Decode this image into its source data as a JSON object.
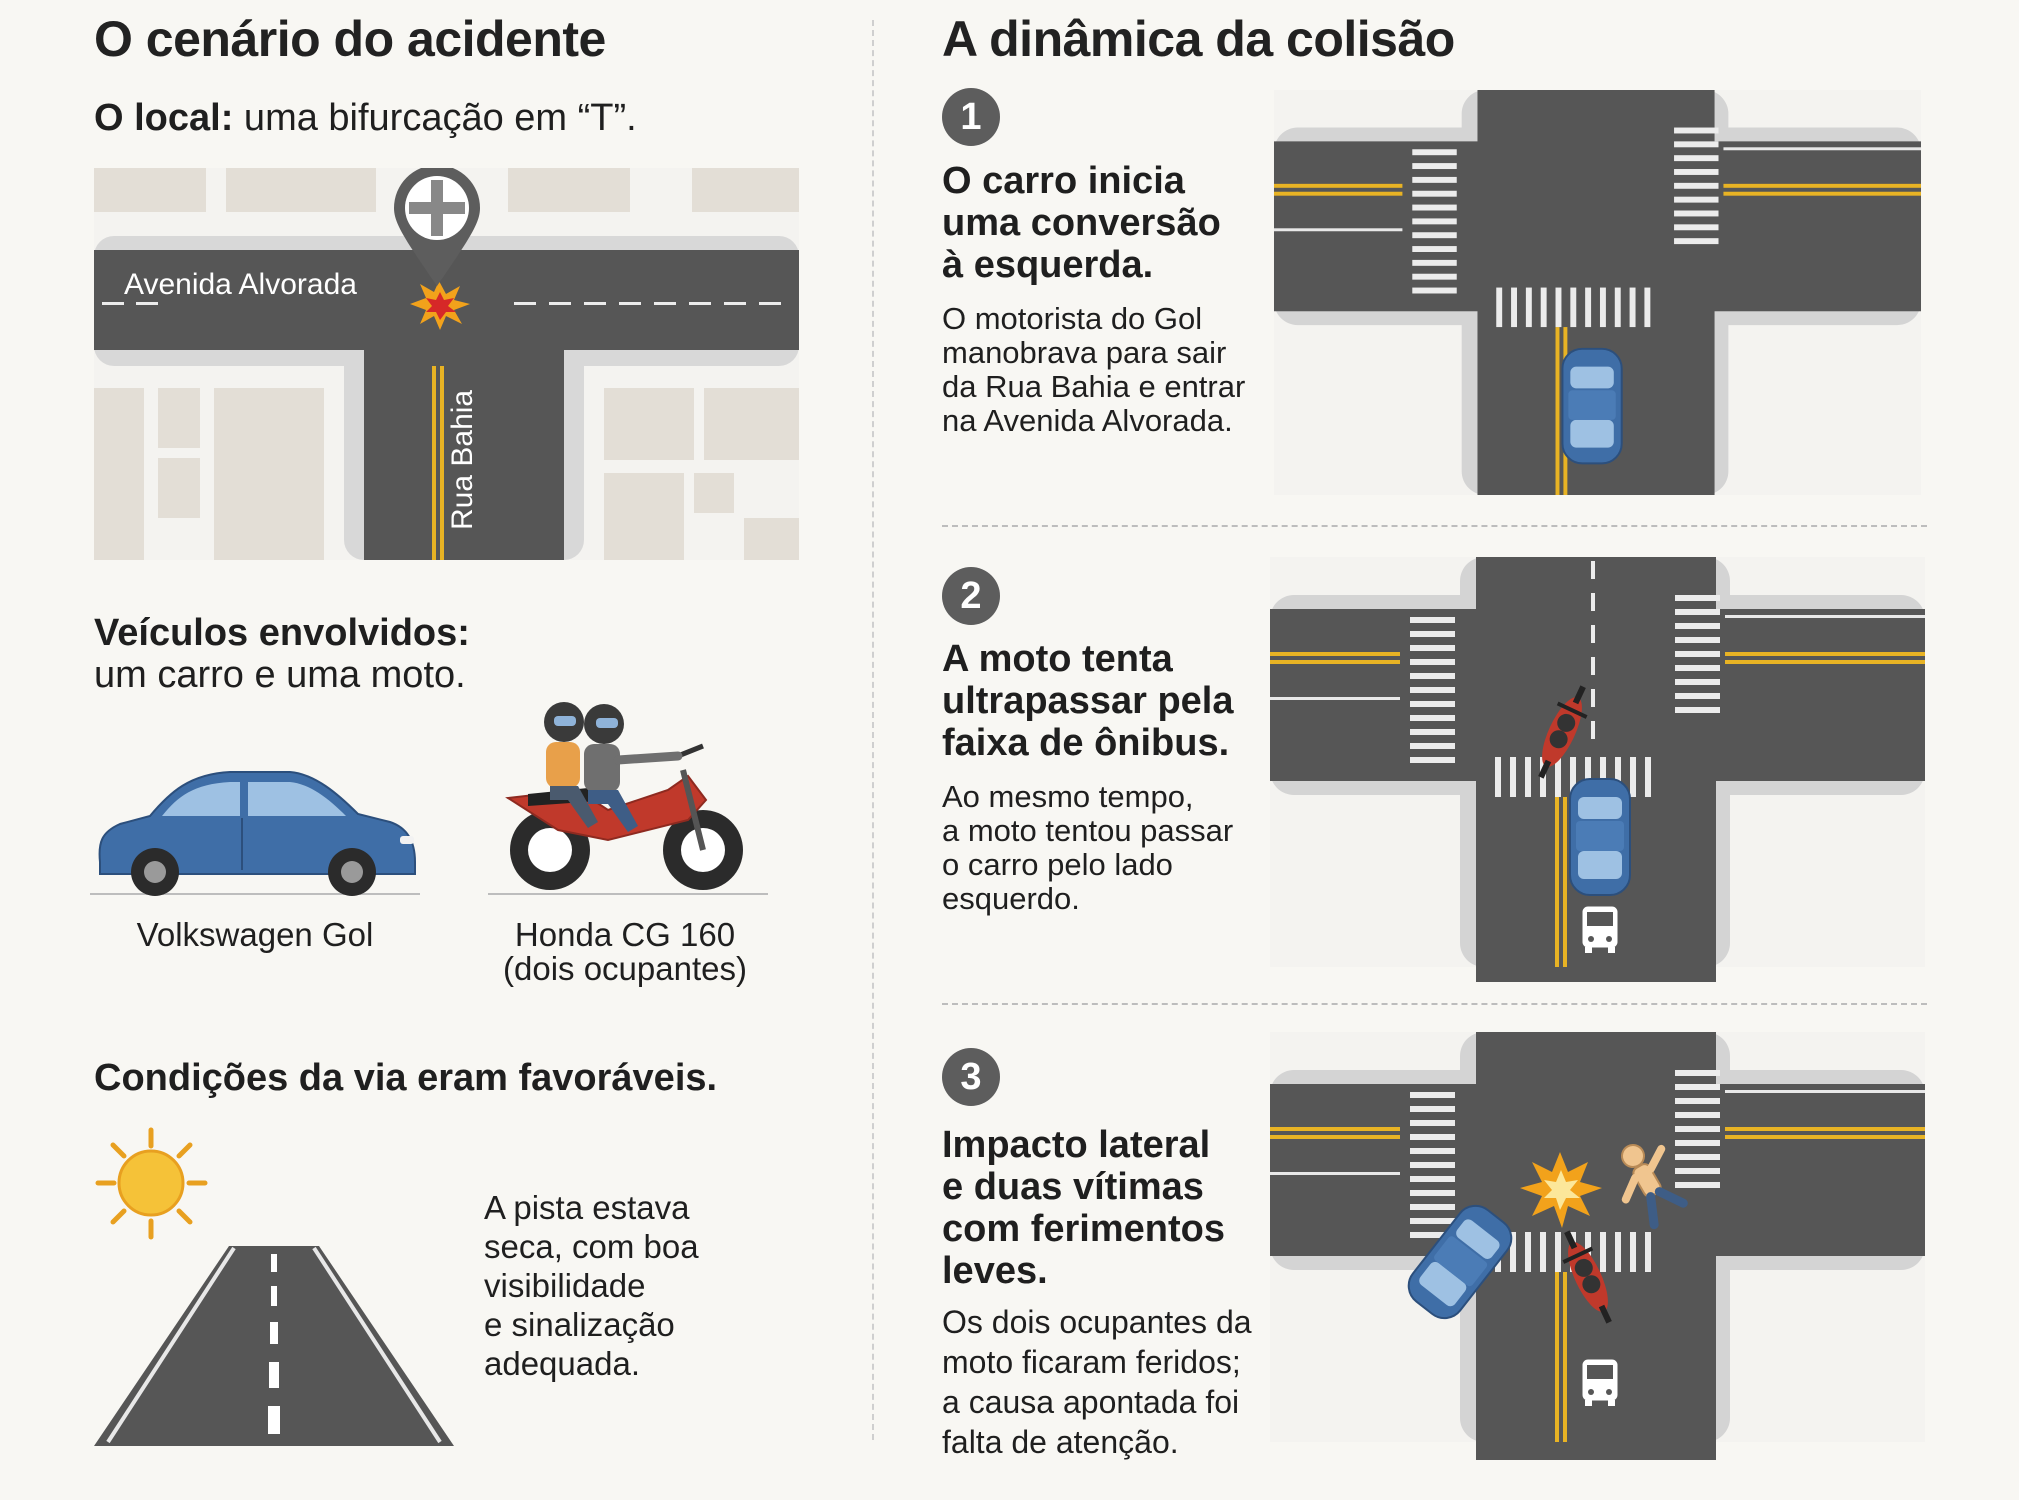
{
  "left": {
    "title": "O cenário do acidente",
    "local": {
      "label": "O local:",
      "text": " uma bifurcação em “T”."
    },
    "map": {
      "street_horizontal": "Avenida Alvorada",
      "street_vertical": "Rua Bahia"
    },
    "vehicles": {
      "heading": "Veículos envolvidos:",
      "sub": "um carro e uma moto.",
      "car_label": "Volkswagen Gol",
      "moto_label_1": "Honda CG 160",
      "moto_label_2": "(dois ocupantes)"
    },
    "conditions": {
      "heading": "Condições da via eram favoráveis.",
      "lines": [
        "A pista estava",
        "seca, com boa",
        "visibilidade",
        "e sinalização",
        "adequada."
      ]
    }
  },
  "right": {
    "title": "A dinâmica da colisão",
    "steps": [
      {
        "number": "1",
        "title_lines": [
          "O carro inicia",
          "uma conversão",
          "à esquerda."
        ],
        "body_lines": [
          "O motorista do Gol",
          "manobrava para sair",
          "da Rua Bahia e entrar",
          "na Avenida Alvorada."
        ]
      },
      {
        "number": "2",
        "title_lines": [
          "A moto tenta",
          "ultrapassar pela",
          "faixa de ônibus."
        ],
        "body_lines": [
          "Ao mesmo tempo,",
          "a moto tentou passar",
          "o carro pelo lado",
          "esquerdo."
        ]
      },
      {
        "number": "3",
        "title_lines": [
          "Impacto lateral",
          "e duas vítimas",
          "com ferimentos",
          "leves."
        ],
        "body_lines": [
          "Os dois ocupantes da",
          "moto ficaram feridos;",
          "a causa apontada foi",
          "falta de atenção."
        ]
      }
    ]
  },
  "colors": {
    "asphalt": "#565656",
    "sidewalk": "#d8d8d8",
    "block": "#e3ded6",
    "yellow": "#e8b324",
    "car_blue": "#3f6ea7",
    "moto_red": "#c0392b",
    "badge": "#5d5d5d"
  }
}
